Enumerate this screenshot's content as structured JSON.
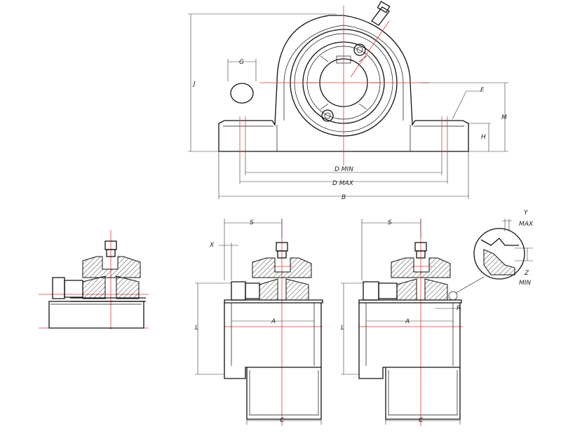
{
  "drawing": {
    "colors": {
      "outline": "#111111",
      "centerline": "#e53935",
      "dimension": "#333333",
      "background": "#ffffff"
    },
    "top_view_labels": {
      "g": "G",
      "j": "J",
      "f": "F",
      "m": "M",
      "h": "H",
      "d_min": "D MIN",
      "d_max": "D MAX",
      "b": "B"
    },
    "side_view_mid_labels": {
      "s": "S",
      "x": "X",
      "a": "A",
      "l": "L",
      "c": "C"
    },
    "side_view_right_labels": {
      "s": "S",
      "a": "A",
      "l": "L",
      "c": "C",
      "r": "R"
    },
    "detail_labels": {
      "y_max_1": "Y",
      "y_max_2": "MAX",
      "z_min_1": "Z",
      "z_min_2": "MIN"
    }
  }
}
